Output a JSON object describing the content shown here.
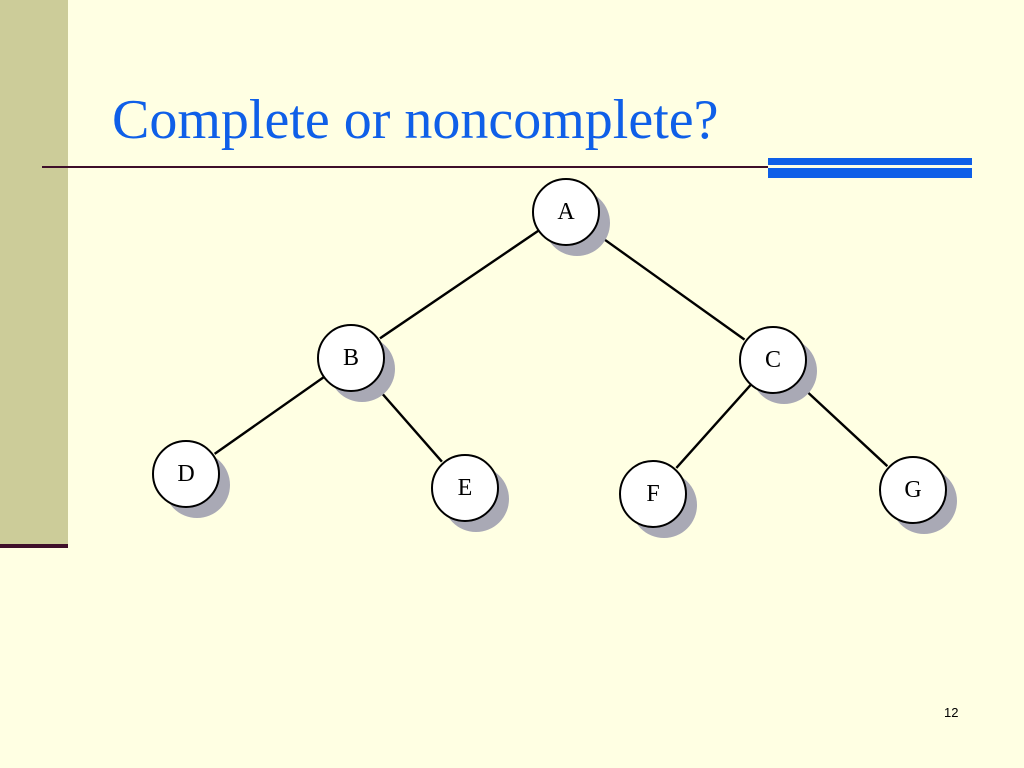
{
  "slide": {
    "title": "Complete or noncomplete?",
    "number": "12"
  },
  "colors": {
    "background": "#FFFFE3",
    "left_band": "#CCCC99",
    "title": "#0F5FE8",
    "accent_bar": "#0E5FE8",
    "rule": "#3F0F2A"
  },
  "tree": {
    "nodes": [
      {
        "id": "A",
        "label": "A"
      },
      {
        "id": "B",
        "label": "B"
      },
      {
        "id": "C",
        "label": "C"
      },
      {
        "id": "D",
        "label": "D"
      },
      {
        "id": "E",
        "label": "E"
      },
      {
        "id": "F",
        "label": "F"
      },
      {
        "id": "G",
        "label": "G"
      }
    ],
    "edges": [
      {
        "from": "A",
        "to": "B"
      },
      {
        "from": "A",
        "to": "C"
      },
      {
        "from": "B",
        "to": "D"
      },
      {
        "from": "B",
        "to": "E"
      },
      {
        "from": "C",
        "to": "F"
      },
      {
        "from": "C",
        "to": "G"
      }
    ]
  }
}
